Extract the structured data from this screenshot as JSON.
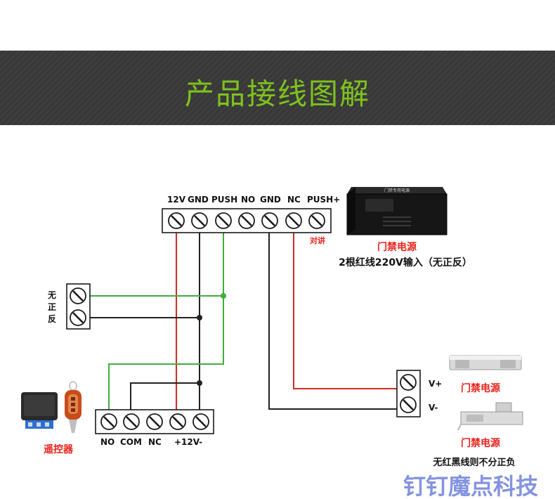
{
  "banner": {
    "title": "产品接线图解"
  },
  "top_terminal": {
    "labels": [
      "12V",
      "GND",
      "PUSH",
      "NO",
      "GND",
      "NC",
      "PUSH+"
    ]
  },
  "power_supply": {
    "box_label": "门禁专用电源",
    "name": "门禁电源",
    "note": "2根红线220V输入（无正反）",
    "pair_note": "对讲"
  },
  "side_terminal": {
    "vertical_label": [
      "无",
      "正",
      "反"
    ]
  },
  "bottom_terminal": {
    "labels": [
      "NO",
      "COM",
      "NC",
      "+12V-"
    ]
  },
  "remote": {
    "name": "遥控器"
  },
  "lock_terminal": {
    "labels": [
      "V+",
      "V-"
    ]
  },
  "locks": {
    "mag_lock_name": "门禁电源",
    "bolt_lock_name": "门禁电源",
    "note": "无红黑线则不分正负"
  },
  "watermark": "钉钉魔点科技",
  "colors": {
    "banner_title": "#7ec21e",
    "red_wire": "#d42a22",
    "green_wire": "#3fae3a",
    "black_wire": "#222222",
    "label_red": "#e8231c",
    "watermark": "#5b6fd6"
  }
}
